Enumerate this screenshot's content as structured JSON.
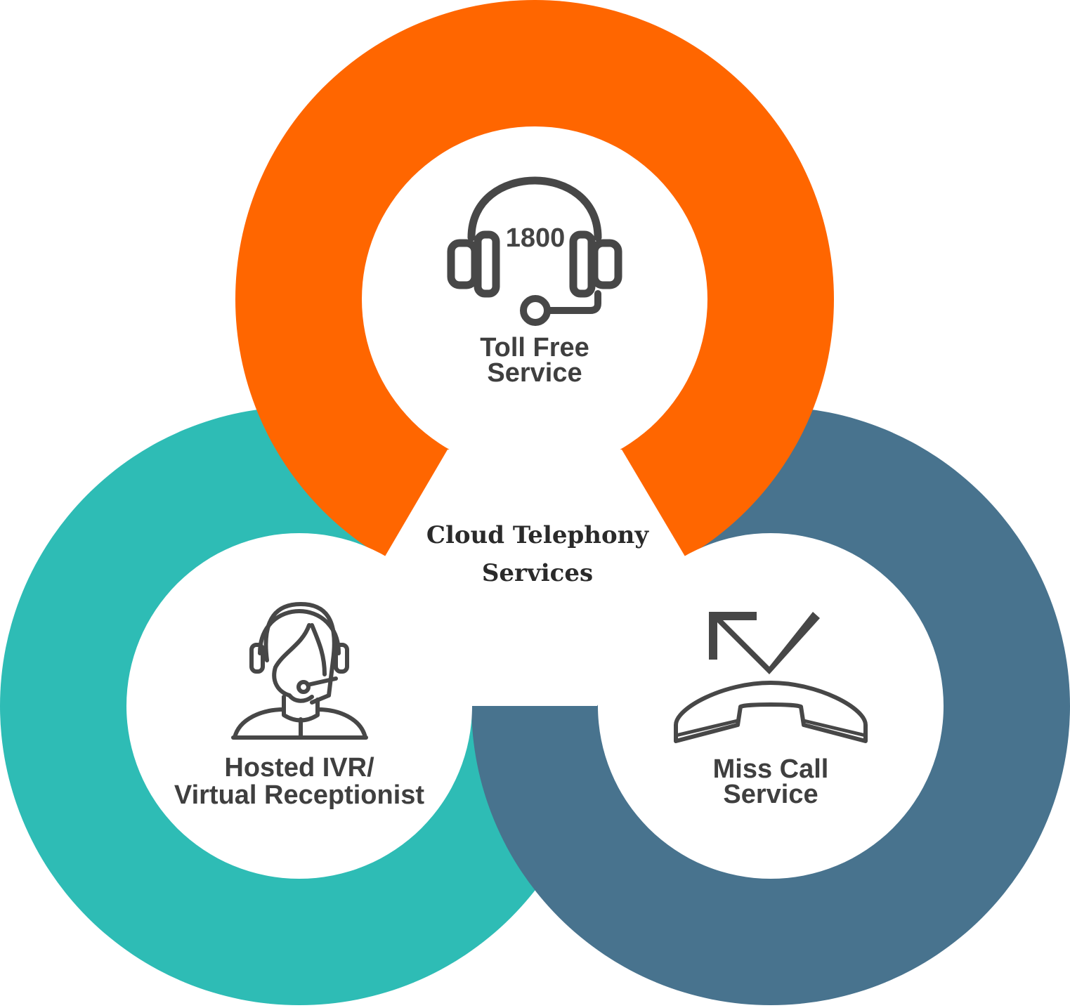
{
  "center": {
    "line1": "Cloud Telephony",
    "line2": "Services"
  },
  "services": [
    {
      "id": "toll-free",
      "line1": "Toll Free",
      "line2": "Service",
      "icon": "headset-icon",
      "icon_text": "1800",
      "color": "#FF6600"
    },
    {
      "id": "hosted-ivr",
      "line1": "Hosted IVR/",
      "line2": "Virtual Receptionist",
      "icon": "receptionist-icon",
      "color": "#2EBCB5"
    },
    {
      "id": "miss-call",
      "line1": "Miss Call",
      "line2": "Service",
      "icon": "missed-call-icon",
      "color": "#48738E"
    }
  ]
}
